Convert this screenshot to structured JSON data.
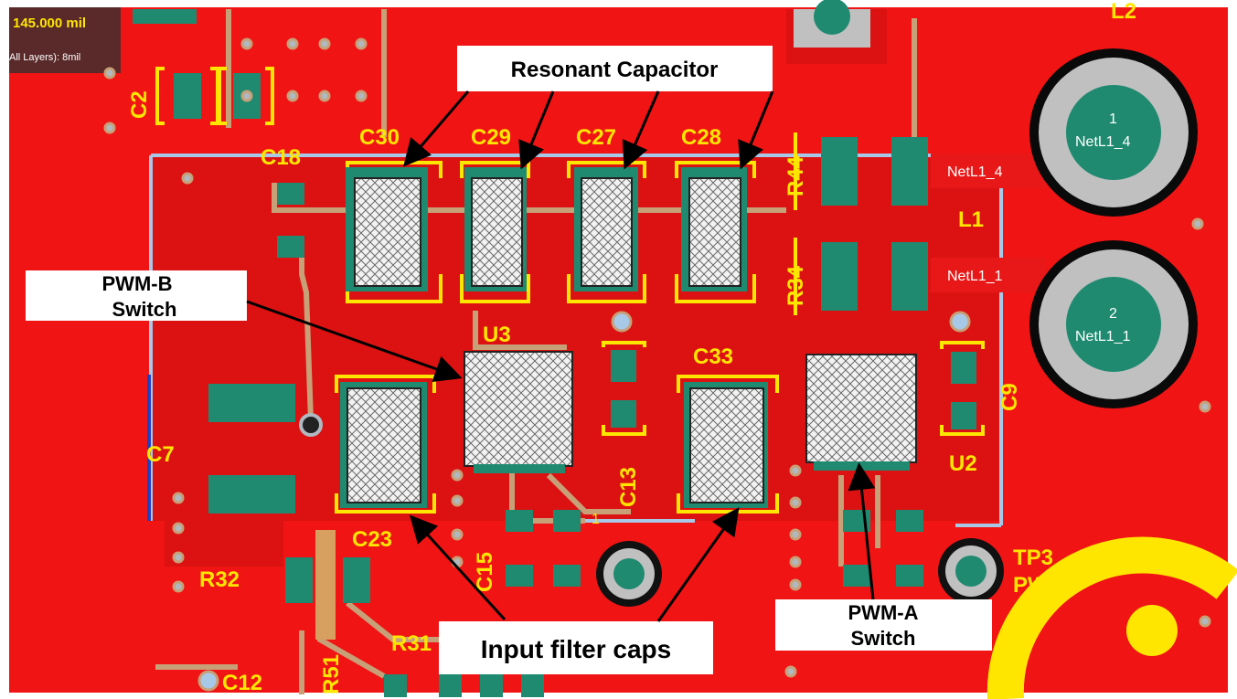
{
  "colors": {
    "board": "#f01414",
    "copper_dark": "#d81010",
    "pad": "#1f8a70",
    "pad_light": "#2a9d80",
    "silkscreen": "#ffe600",
    "trace": "#c8a078",
    "outline": "#a8c8e8",
    "via_ring": "#b0b8c0",
    "callout_bg": "#ffffff",
    "callout_text": "#000000",
    "info_bg": "#5a2a2a"
  },
  "info_panel": {
    "line1": "145.000 mil",
    "line2": "All Layers): 8mil"
  },
  "silk_labels": {
    "c2": "C2",
    "c18": "C18",
    "c30": "C30",
    "c29": "C29",
    "c27": "C27",
    "c28": "C28",
    "r44": "R44",
    "l1": "L1",
    "r34": "R34",
    "u3": "U3",
    "c33": "C33",
    "c9": "C9",
    "c13": "C13",
    "u2": "U2",
    "c7": "C7",
    "c23": "C23",
    "c15": "C15",
    "r32": "R32",
    "r51": "R51",
    "r31": "R31",
    "c12": "C12",
    "tp3": "TP3",
    "pwm2": "PWM2",
    "pin1": "1",
    "l2": "L2"
  },
  "net_labels": {
    "netl1_4_tag": "NetL1_4",
    "netl1_1_tag": "NetL1_1",
    "pad1_num": "1",
    "pad1_net": "NetL1_4",
    "pad2_num": "2",
    "pad2_net": "NetL1_1"
  },
  "callouts": {
    "resonant": "Resonant Capacitor",
    "pwm_b_line1": "PWM-B",
    "pwm_b_line2": "Switch",
    "input_filter": "Input filter caps",
    "pwm_a_line1": "PWM-A",
    "pwm_a_line2": "Switch"
  }
}
